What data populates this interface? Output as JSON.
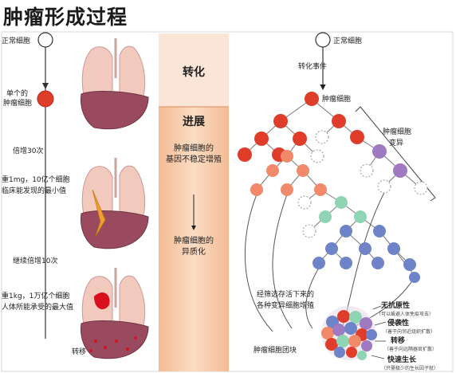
{
  "title": "肿瘤形成过程",
  "left": {
    "normal_cell": "正常细胞",
    "single_cell": [
      "单个的",
      "肿瘤细胞"
    ],
    "double30": "倍增30次",
    "stage1g": [
      "重1mg，10亿个细胞",
      "临床能发现的最小值"
    ],
    "double10": "继续倍增10次",
    "stage1kg": [
      "重1kg，1万亿个细胞",
      "人体所能承受的最大值"
    ],
    "metastasis": "转移"
  },
  "middle": {
    "transform": "转化",
    "progress": "进展",
    "genome": [
      "肿瘤细胞的",
      "基因不稳定增殖"
    ],
    "hetero": [
      "肿瘤细胞的",
      "异质化"
    ]
  },
  "right": {
    "normal_cell": "正常细胞",
    "transform_event": "转化事件",
    "tumor_cell": "肿瘤细胞",
    "variant": [
      "肿瘤细胞",
      "变异"
    ],
    "selection": [
      "经筛选存活下来的",
      "各种变异细胞增殖"
    ],
    "mass": "肿瘤细胞团块",
    "features": [
      {
        "title": "无抗原性",
        "note": "（可以躲避人体免疫攻击）"
      },
      {
        "title": "侵袭性",
        "note": "（善于向邻近组织扩散）"
      },
      {
        "title": "转移",
        "note": "（善于向远隔器官扩散）"
      },
      {
        "title": "快速生长",
        "note": "（只需极少的生长因子就）"
      }
    ]
  },
  "colors": {
    "red": "#e03c2a",
    "salmon": "#f08a6a",
    "green": "#8fd4b4",
    "blue": "#6f83c8",
    "purple": "#9f79c1",
    "band": "#f6c8a4"
  }
}
